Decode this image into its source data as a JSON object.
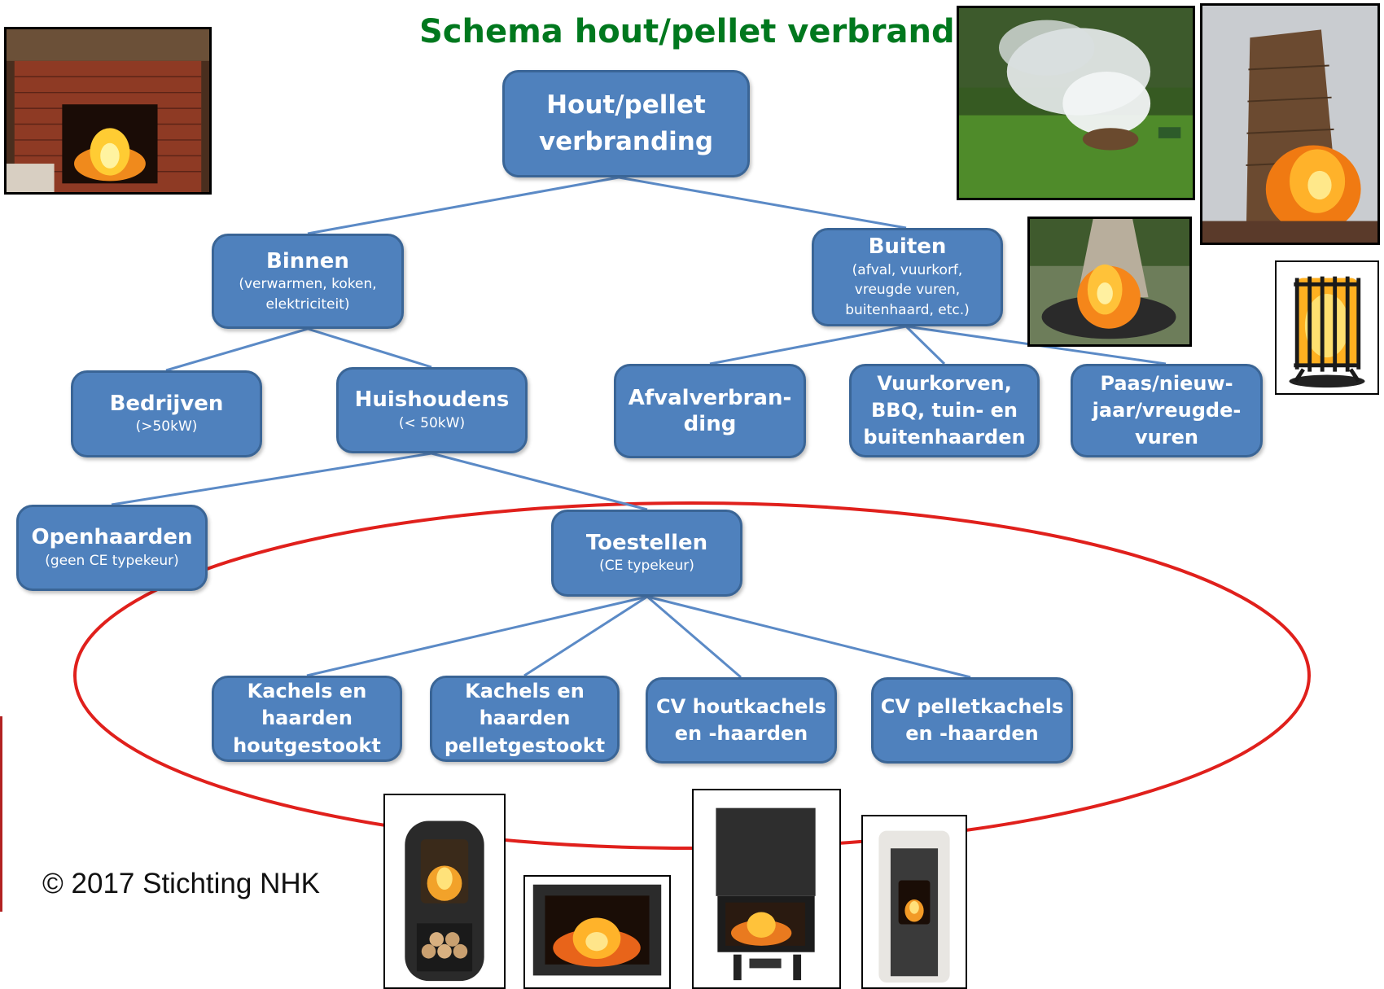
{
  "title": "Schema hout/pellet verbranding",
  "copyright": "© 2017 Stichting NHK",
  "colors": {
    "node_fill": "#4f81bd",
    "node_border": "#3a6596",
    "connector": "#5b8ac6",
    "ellipse": "#e0201c",
    "title": "#00781e"
  },
  "nodes": {
    "root": {
      "title": "Hout/pellet\nverbranding"
    },
    "binnen": {
      "title": "Binnen",
      "sub": "(verwarmen, koken,\nelektriciteit)"
    },
    "buiten": {
      "title": "Buiten",
      "sub": "(afval, vuurkorf,\nvreugde vuren,\nbuitenhaard, etc.)"
    },
    "bedrijven": {
      "title": "Bedrijven",
      "sub": "(>50kW)"
    },
    "huishoudens": {
      "title": "Huishoudens",
      "sub": "(< 50kW)"
    },
    "afval": {
      "title": "Afvalverbran-\nding"
    },
    "vuurkorven": {
      "title": "Vuurkorven,\nBBQ, tuin- en\nbuitenhaarden"
    },
    "paas": {
      "title": "Paas/nieuw-\njaar/vreugde-\nvuren"
    },
    "openhaarden": {
      "title": "Openhaarden",
      "sub": "(geen CE typekeur)"
    },
    "toestellen": {
      "title": "Toestellen",
      "sub": "(CE typekeur)"
    },
    "kachels_hout": {
      "title": "Kachels en\nhaarden\nhoutgestookt"
    },
    "kachels_pellet": {
      "title": "Kachels en\nhaarden\npelletgestookt"
    },
    "cv_hout": {
      "title": "CV houtkachels\nen -haarden"
    },
    "cv_pellet": {
      "title": "CV pelletkachels\nen -haarden"
    }
  },
  "photos": [
    "fireplace",
    "garden-smoke",
    "bonfire-tower",
    "fire-pit",
    "fire-basket",
    "wood-stove",
    "insert-fireplace",
    "cv-fireplace",
    "pellet-stove"
  ]
}
